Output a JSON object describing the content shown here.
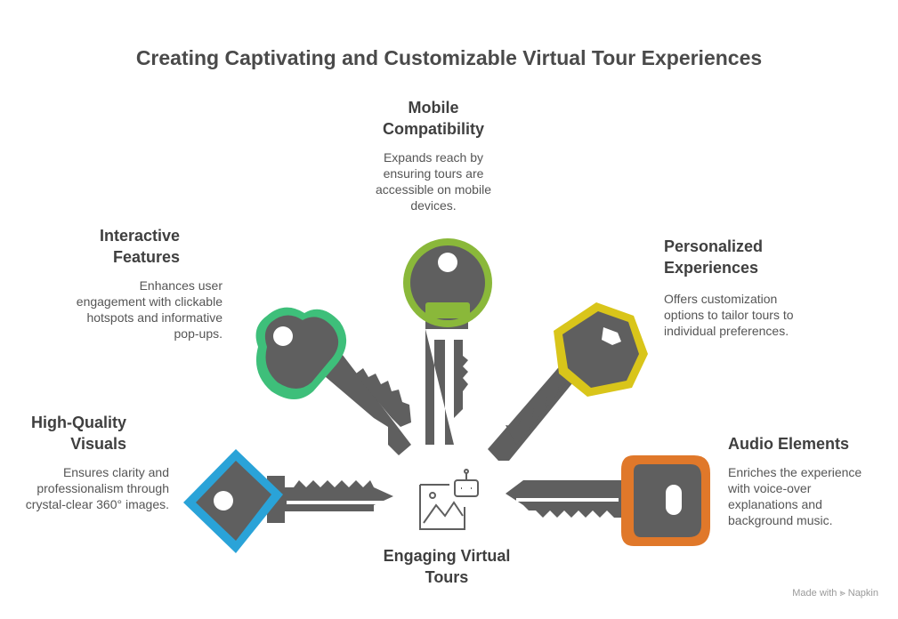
{
  "title": "Creating Captivating and Customizable Virtual Tour Experiences",
  "center": {
    "label": "Engaging Virtual Tours"
  },
  "keys": [
    {
      "heading": "Mobile Compatibility",
      "description": "Expands reach by ensuring tours are accessible on mobile devices.",
      "color": "#8ab83a"
    },
    {
      "heading": "Interactive Features",
      "description": "Enhances user engagement with clickable hotspots and informative pop-ups.",
      "color": "#3ebf7a"
    },
    {
      "heading": "Personalized Experiences",
      "description": "Offers customization options to tailor tours to individual preferences.",
      "color": "#d9c51a"
    },
    {
      "heading": "High-Quality Visuals",
      "description": "Ensures clarity and professionalism through crystal-clear 360° images.",
      "color": "#2aa3d8"
    },
    {
      "heading": "Audio Elements",
      "description": "Enriches the experience with voice-over explanations and background music.",
      "color": "#e0782a"
    }
  ],
  "footer": {
    "made_with": "Made with",
    "brand": "Napkin"
  },
  "colors": {
    "key_body": "#5f5f5f",
    "text_heading": "#3f3f3f",
    "text_body": "#555555"
  },
  "icons": [
    "image-robot-icon",
    "key-icon",
    "napkin-logo-icon"
  ]
}
